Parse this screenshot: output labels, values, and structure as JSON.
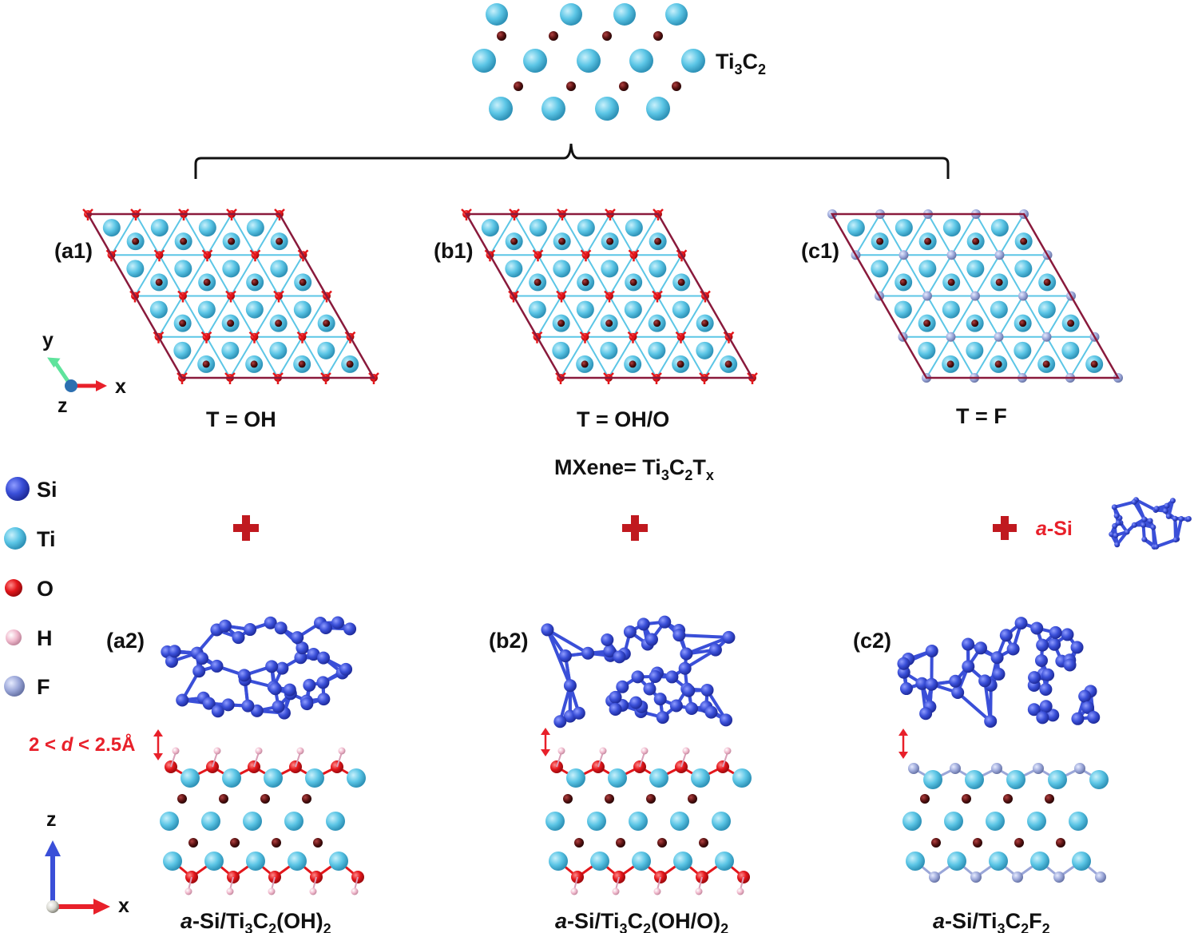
{
  "top": {
    "formula_main": "Ti",
    "formula_sub1": "3",
    "formula_c": "C",
    "formula_sub2": "2"
  },
  "colors": {
    "Si": "#3a4fd8",
    "Ti": "#5cc6e6",
    "O": "#e3161b",
    "H": "#f0b8cc",
    "F": "#9aa6d8",
    "C": "#5a1212",
    "cell": "#8a1a3c",
    "plus": "#c0191f",
    "accent_red": "#e8202a"
  },
  "panels": {
    "a1": {
      "tag": "(a1)",
      "termination": "T  = OH"
    },
    "b1": {
      "tag": "(b1)",
      "termination": "T  = OH/O"
    },
    "c1": {
      "tag": "(c1)",
      "termination": "T  = F"
    },
    "a2": {
      "tag": "(a2)",
      "prefix": "a",
      "caption_rest": "-Si/Ti",
      "s1": "3",
      "c": "C",
      "s2": "2",
      "tail": "(OH)",
      "s3": "2"
    },
    "b2": {
      "tag": "(b2)",
      "prefix": "a",
      "caption_rest": "-Si/Ti",
      "s1": "3",
      "c": "C",
      "s2": "2",
      "tail": "(OH/O)",
      "s3": "2"
    },
    "c2": {
      "tag": "(c2)",
      "prefix": "a",
      "caption_rest": "-Si/Ti",
      "s1": "3",
      "c": "C",
      "s2": "2",
      "tail": "F",
      "s3": "2"
    }
  },
  "mxene": {
    "text": "MXene= Ti",
    "s1": "3",
    "c": "C",
    "s2": "2",
    "t": "T",
    "sx": "x"
  },
  "asi_label": {
    "prefix": "a",
    "rest": "-Si"
  },
  "distance": {
    "pre": "2 < ",
    "d": "d",
    "post": " < 2.5Å"
  },
  "legend": [
    {
      "element": "Si",
      "icon": "si-atom-icon"
    },
    {
      "element": "Ti",
      "icon": "ti-atom-icon"
    },
    {
      "element": "O",
      "icon": "o-atom-icon"
    },
    {
      "element": "H",
      "icon": "h-atom-icon"
    },
    {
      "element": "F",
      "icon": "f-atom-icon"
    }
  ],
  "axes_top": {
    "y": "y",
    "x": "x",
    "z": "z"
  },
  "axes_bottom": {
    "z": "z",
    "x": "x"
  }
}
